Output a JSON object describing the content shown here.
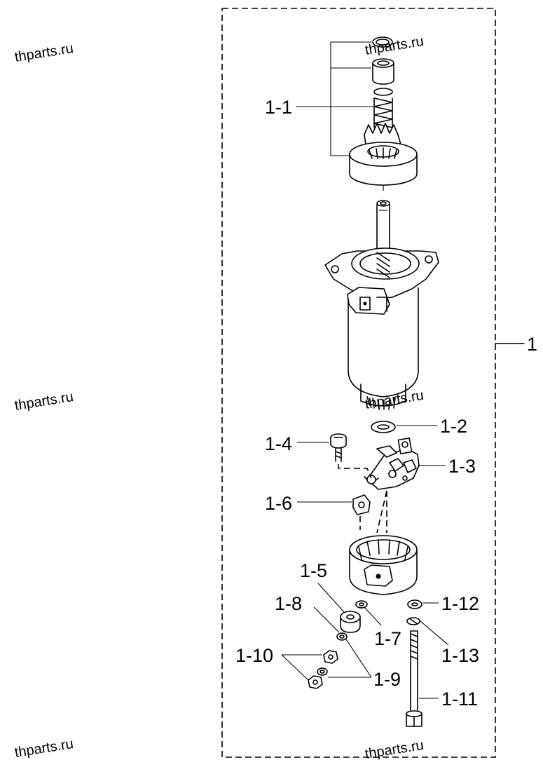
{
  "watermark": "thparts.ru",
  "assembly_label": "1",
  "part_labels": {
    "p1_1": "1-1",
    "p1_2": "1-2",
    "p1_3": "1-3",
    "p1_4": "1-4",
    "p1_5": "1-5",
    "p1_6": "1-6",
    "p1_7": "1-7",
    "p1_8": "1-8",
    "p1_9": "1-9",
    "p1_10": "1-10",
    "p1_11": "1-11",
    "p1_12": "1-12",
    "p1_13": "1-13"
  }
}
